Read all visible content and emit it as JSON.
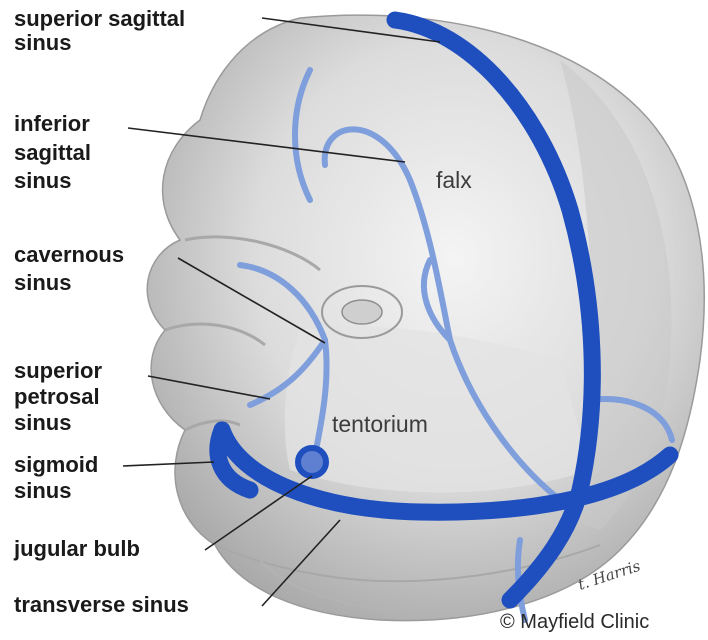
{
  "labels": {
    "superior_sagittal_sinus": [
      "superior sagittal",
      "sinus"
    ],
    "inferior_sagittal_sinus": [
      "inferior",
      "sagittal",
      "sinus"
    ],
    "cavernous_sinus": [
      "cavernous",
      "sinus"
    ],
    "superior_petrosal_sinus": [
      "superior",
      "petrosal",
      "sinus"
    ],
    "sigmoid_sinus": [
      "sigmoid",
      "sinus"
    ],
    "jugular_bulb": "jugular bulb",
    "transverse_sinus": "transverse sinus"
  },
  "structures": {
    "falx": "falx",
    "tentorium": "tentorium"
  },
  "credit": {
    "copyright": "© Mayfield Clinic",
    "signature": "t. Harris"
  },
  "colors": {
    "sinus_blue": "#1f4fbf",
    "vein_light_blue": "#7f9edc",
    "brain_gray": "#d9d9d9"
  }
}
